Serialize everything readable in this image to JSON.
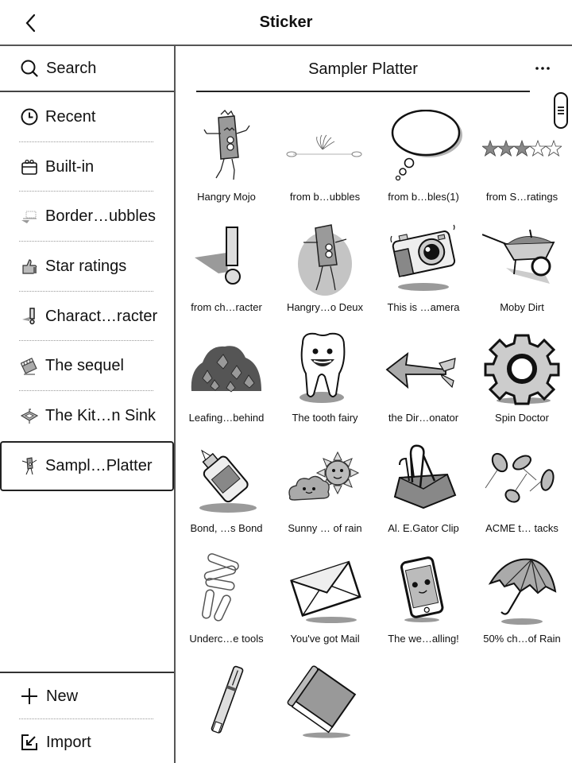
{
  "topbar": {
    "title": "Sticker",
    "back_icon": "chevron-left-icon"
  },
  "sidebar": {
    "search": {
      "label": "Search",
      "icon": "search-icon"
    },
    "categories": [
      {
        "label": "Recent",
        "icon": "clock-icon",
        "selected": false
      },
      {
        "label": "Built-in",
        "icon": "sticker-box-icon",
        "selected": false
      },
      {
        "label": "Border…ubbles",
        "icon": "border-thumbnail",
        "selected": false
      },
      {
        "label": "Star ratings",
        "icon": "thumbs-up-thumbnail",
        "selected": false
      },
      {
        "label": "Charact…racter",
        "icon": "exclamation-thumbnail",
        "selected": false
      },
      {
        "label": "The sequel",
        "icon": "clapperboard-thumbnail",
        "selected": false
      },
      {
        "label": "The Kit…n Sink",
        "icon": "sink-thumbnail",
        "selected": false
      },
      {
        "label": "Sampl…Platter",
        "icon": "mojo-thumbnail",
        "selected": true
      }
    ],
    "bottom": [
      {
        "label": "New",
        "icon": "plus-icon"
      },
      {
        "label": "Import",
        "icon": "import-icon"
      }
    ]
  },
  "main": {
    "title": "Sampler Platter",
    "more_icon": "more-horizontal-icon",
    "stickers": [
      {
        "caption": "Hangry Mojo",
        "art": "mojo"
      },
      {
        "caption": "from b…ubbles",
        "art": "border-flourish"
      },
      {
        "caption": "from b…bles(1)",
        "art": "thought-bubble"
      },
      {
        "caption": "from S…ratings",
        "art": "stars"
      },
      {
        "caption": "from ch…racter",
        "art": "exclamation"
      },
      {
        "caption": "Hangry…o Deux",
        "art": "mojo-bg"
      },
      {
        "caption": "This is …amera",
        "art": "camera"
      },
      {
        "caption": "Moby Dirt",
        "art": "wheelbarrow"
      },
      {
        "caption": "Leafing…behind",
        "art": "leaves"
      },
      {
        "caption": "The tooth fairy",
        "art": "tooth"
      },
      {
        "caption": "the Dir…onator",
        "art": "arrow"
      },
      {
        "caption": "Spin Doctor",
        "art": "gear"
      },
      {
        "caption": "Bond, …s Bond",
        "art": "glue"
      },
      {
        "caption": "Sunny … of rain",
        "art": "sun-cloud"
      },
      {
        "caption": "Al. E.Gator Clip",
        "art": "binder-clip"
      },
      {
        "caption": "ACME t… tacks",
        "art": "thumbtacks"
      },
      {
        "caption": "Underc…e tools",
        "art": "paperclips"
      },
      {
        "caption": "You've got Mail",
        "art": "envelope"
      },
      {
        "caption": "The we…alling!",
        "art": "phone"
      },
      {
        "caption": "50% ch…of Rain",
        "art": "umbrella"
      },
      {
        "caption": "",
        "art": "pen"
      },
      {
        "caption": "",
        "art": "book"
      }
    ]
  },
  "colors": {
    "foreground": "#111111",
    "divider": "#555555",
    "dotted": "#999999",
    "shadow": "#9a9a9a",
    "fill_gray": "#bdbdbd"
  }
}
